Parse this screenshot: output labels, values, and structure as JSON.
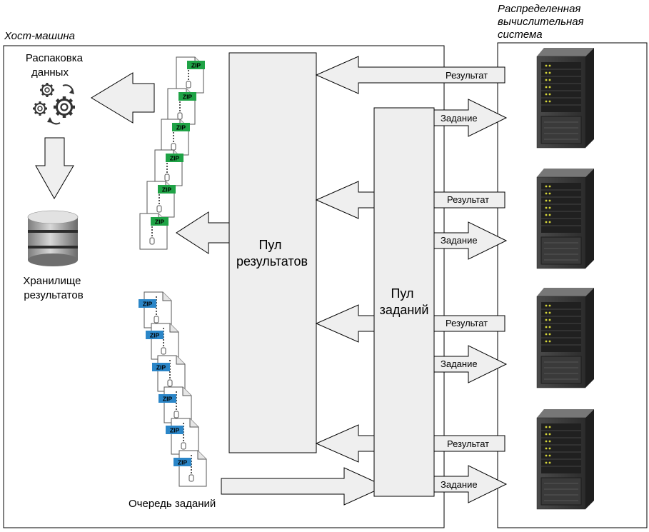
{
  "host": {
    "title": "Хост-машина"
  },
  "distributed": {
    "title_lines": [
      "Распределенная",
      "вычислительная",
      "система"
    ]
  },
  "unpack": {
    "label_lines": [
      "Распаковка",
      "данных"
    ],
    "icon": "gears-icon"
  },
  "storage": {
    "label_lines": [
      "Хранилище",
      "результатов"
    ],
    "icon": "database-icon"
  },
  "result_pool": {
    "label_lines": [
      "Пул",
      "результатов"
    ]
  },
  "task_pool": {
    "label_lines": [
      "Пул",
      "заданий"
    ]
  },
  "task_queue": {
    "label": "Очередь заданий"
  },
  "zip": {
    "label": "ZIP",
    "result_color": "#1fa346",
    "task_color": "#2b86c8"
  },
  "arrows": {
    "result_label": "Результат",
    "task_label": "Задание"
  },
  "servers": {
    "count": 4,
    "icon": "server-rack-icon"
  },
  "colors": {
    "pool_fill": "#eeeeee",
    "arrow_fill": "#efefef",
    "stroke": "#000000"
  }
}
